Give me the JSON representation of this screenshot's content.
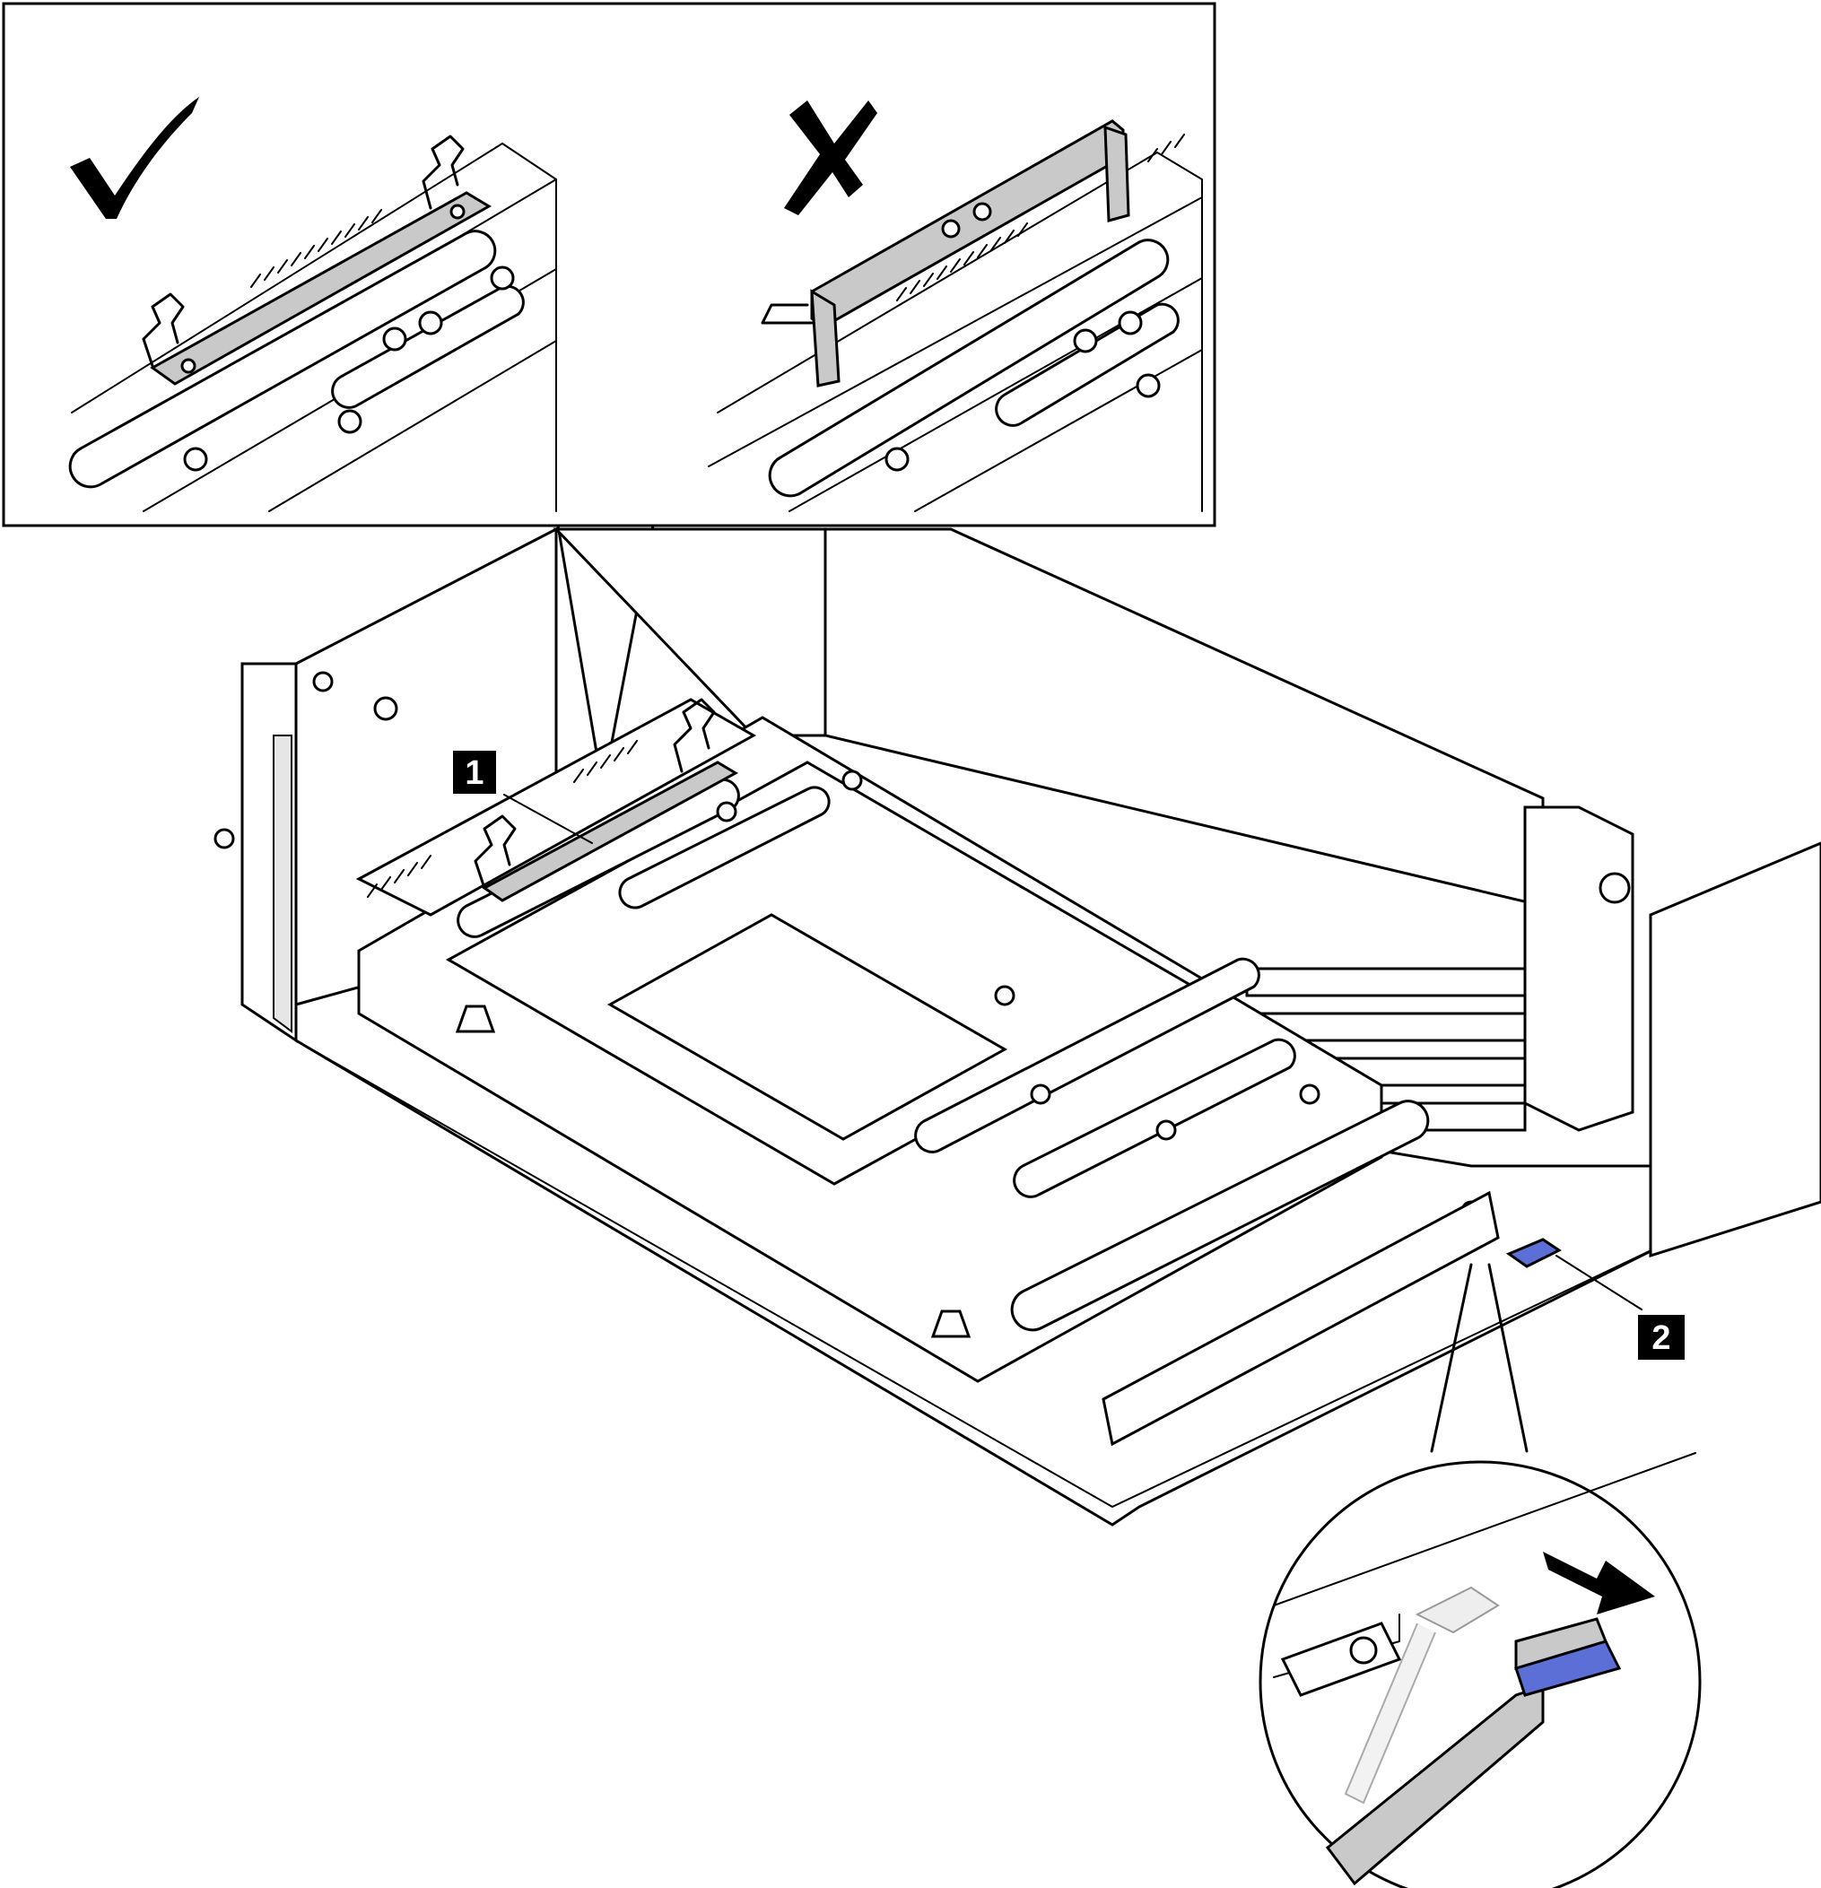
{
  "callouts": [
    {
      "number": "1",
      "meaning": "handle"
    },
    {
      "number": "2",
      "meaning": "release latch"
    }
  ],
  "marks": {
    "correct": "checkmark-icon",
    "incorrect": "cross-icon"
  },
  "colors": {
    "line": "#000000",
    "handle_grey": "#c9c9c9",
    "latch_blue": "#5b6fd6",
    "callout_bg": "#000000",
    "callout_text": "#ffffff"
  }
}
